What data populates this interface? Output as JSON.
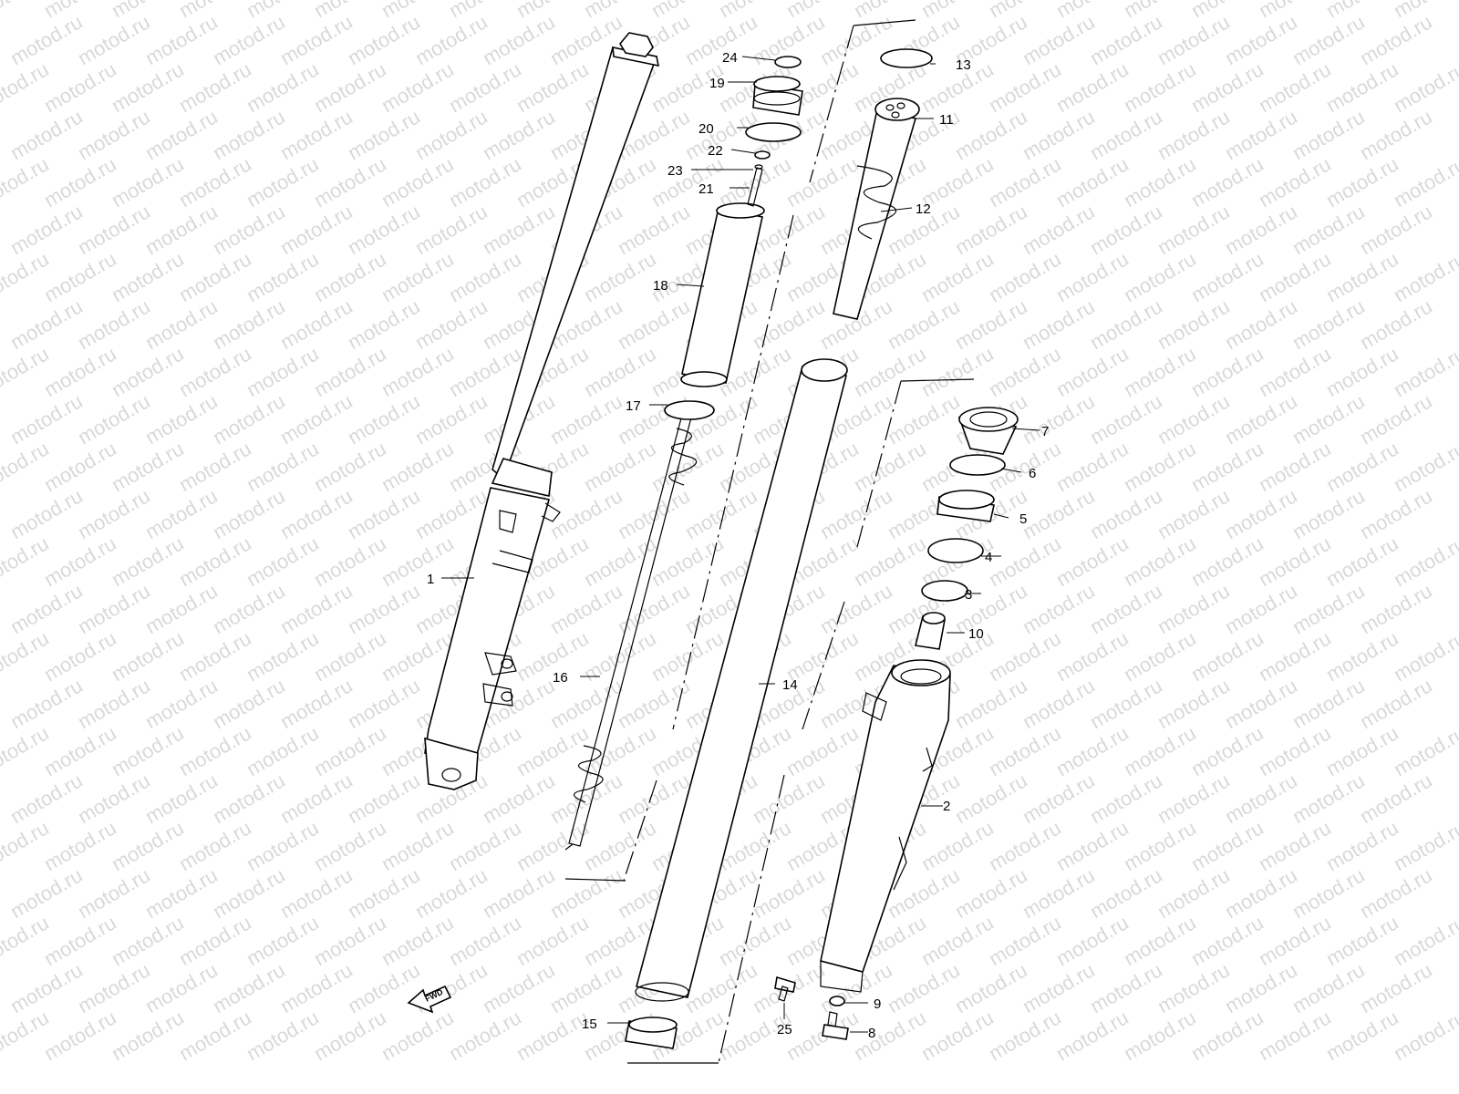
{
  "watermark": "motod.ru",
  "fwd_label": "FWD",
  "callouts": [
    {
      "id": "p1",
      "label": "1"
    },
    {
      "id": "p2",
      "label": "2"
    },
    {
      "id": "p3",
      "label": "3"
    },
    {
      "id": "p4",
      "label": "4"
    },
    {
      "id": "p5",
      "label": "5"
    },
    {
      "id": "p6",
      "label": "6"
    },
    {
      "id": "p7",
      "label": "7"
    },
    {
      "id": "p8",
      "label": "8"
    },
    {
      "id": "p9",
      "label": "9"
    },
    {
      "id": "p10",
      "label": "10"
    },
    {
      "id": "p11",
      "label": "11"
    },
    {
      "id": "p12",
      "label": "12"
    },
    {
      "id": "p13",
      "label": "13"
    },
    {
      "id": "p14",
      "label": "14"
    },
    {
      "id": "p15",
      "label": "15"
    },
    {
      "id": "p16",
      "label": "16"
    },
    {
      "id": "p17",
      "label": "17"
    },
    {
      "id": "p18",
      "label": "18"
    },
    {
      "id": "p19",
      "label": "19"
    },
    {
      "id": "p20",
      "label": "20"
    },
    {
      "id": "p21",
      "label": "21"
    },
    {
      "id": "p22",
      "label": "22"
    },
    {
      "id": "p23",
      "label": "23"
    },
    {
      "id": "p24",
      "label": "24"
    },
    {
      "id": "p25",
      "label": "25"
    }
  ]
}
